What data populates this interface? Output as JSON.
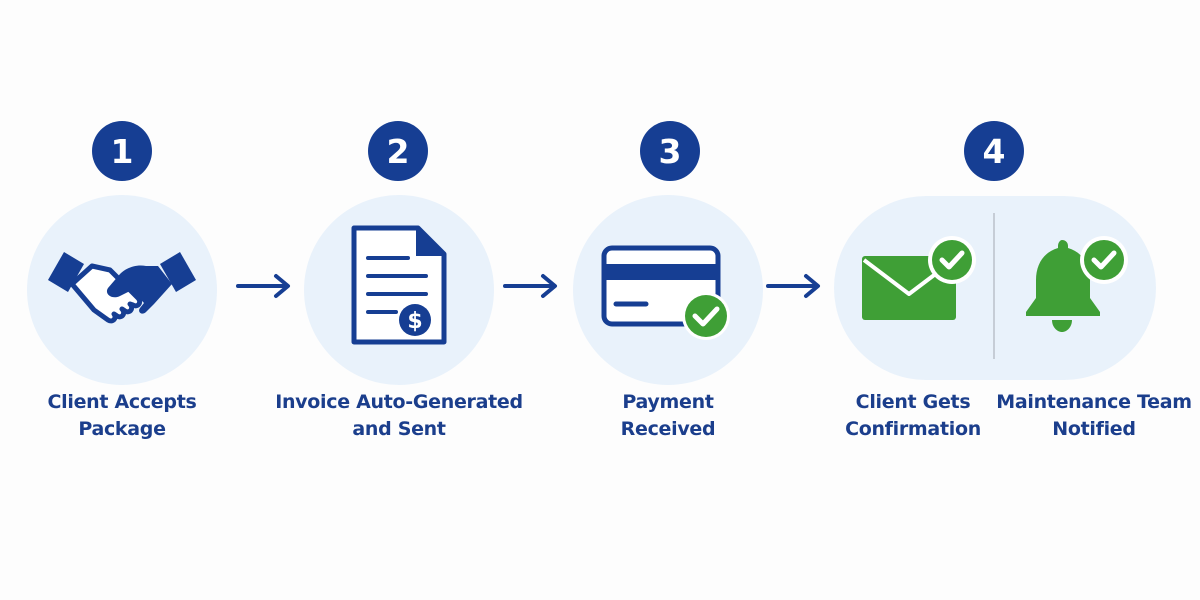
{
  "colors": {
    "primary": "#163e93",
    "label": "#1b3e8c",
    "circle_bg": "#e9f2fb",
    "success": "#3f9f36",
    "divider": "#c6cdd6"
  },
  "steps": [
    {
      "number": "1",
      "icon": "handshake-icon",
      "label_lines": [
        "Client Accepts",
        "Package"
      ]
    },
    {
      "number": "2",
      "icon": "invoice-dollar-icon",
      "label_lines": [
        "Invoice Auto-Generated",
        "and Sent"
      ]
    },
    {
      "number": "3",
      "icon": "credit-card-check-icon",
      "label_lines": [
        "Payment",
        "Received"
      ]
    },
    {
      "number": "4",
      "outcomes": [
        {
          "icon": "envelope-check-icon",
          "label_lines": [
            "Client Gets",
            "Confirmation"
          ]
        },
        {
          "icon": "bell-check-icon",
          "label_lines": [
            "Maintenance Team",
            "Notified"
          ]
        }
      ]
    }
  ]
}
